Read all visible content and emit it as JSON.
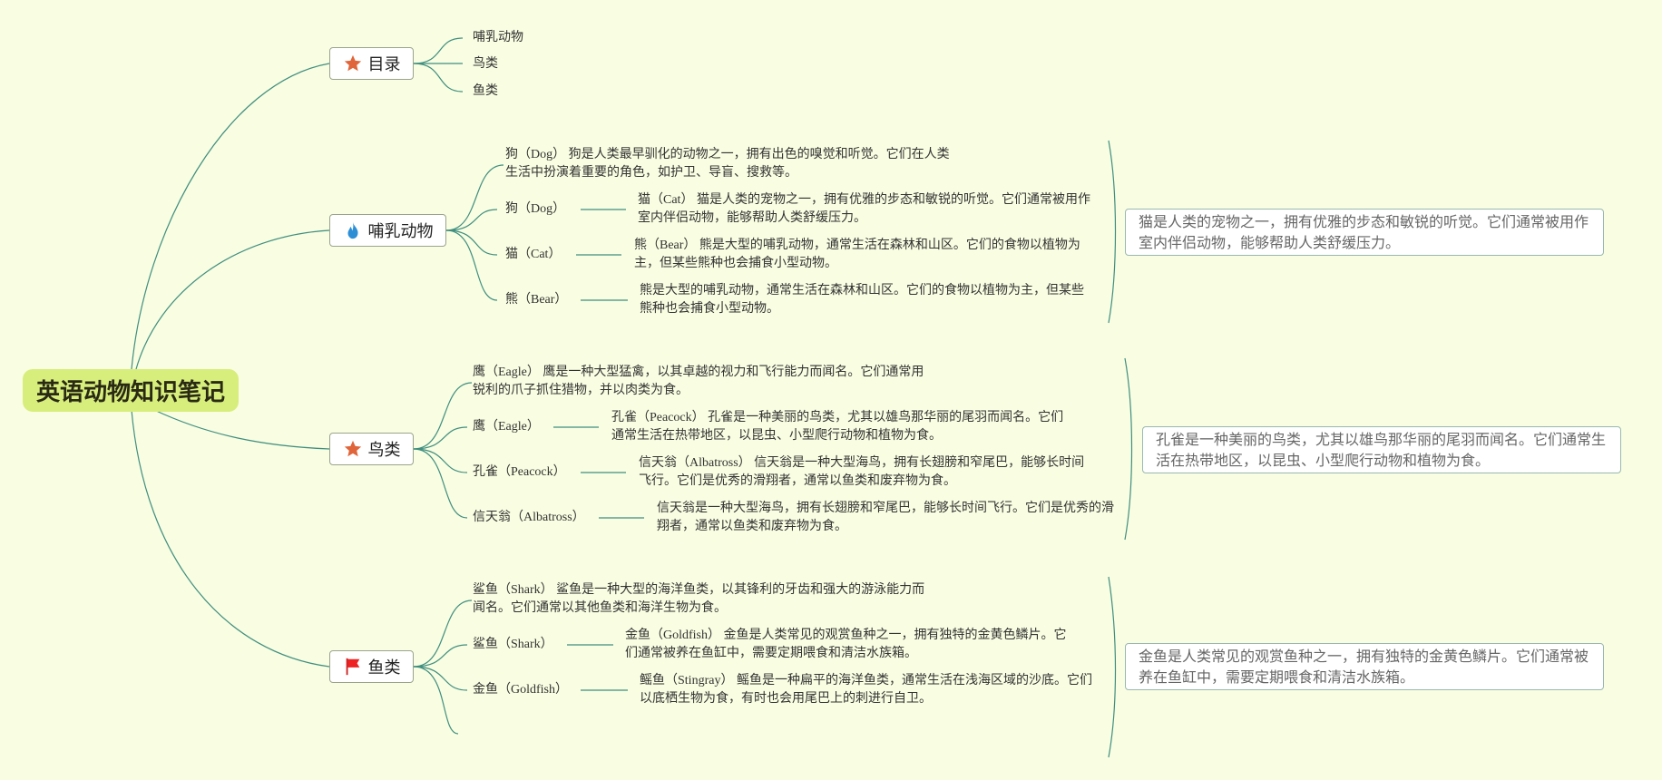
{
  "root": {
    "title": "英语动物知识笔记"
  },
  "colors": {
    "line": "#3f8f80",
    "root_bg": "#d7ee7c",
    "background": "#f9fde1"
  },
  "branches": [
    {
      "label": "目录",
      "icon": "star-icon",
      "items": [
        {
          "label": "哺乳动物"
        },
        {
          "label": "鸟类"
        },
        {
          "label": "鱼类"
        }
      ]
    },
    {
      "label": "哺乳动物",
      "icon": "flame-icon",
      "items": [
        {
          "label": "狗（Dog） 狗是人类最早驯化的动物之一，拥有出色的嗅觉和听觉。它们在人类生活中扮演着重要的角色，如护卫、导盲、搜救等。"
        },
        {
          "label": "狗（Dog）",
          "detail": "猫（Cat） 猫是人类的宠物之一，拥有优雅的步态和敏锐的听觉。它们通常被用作室内伴侣动物，能够帮助人类舒缓压力。"
        },
        {
          "label": "猫（Cat）",
          "detail": "熊（Bear） 熊是大型的哺乳动物，通常生活在森林和山区。它们的食物以植物为主，但某些熊种也会捕食小型动物。"
        },
        {
          "label": "熊（Bear）",
          "detail": "熊是大型的哺乳动物，通常生活在森林和山区。它们的食物以植物为主，但某些熊种也会捕食小型动物。"
        }
      ],
      "summary": "猫是人类的宠物之一，拥有优雅的步态和敏锐的听觉。它们通常被用作室内伴侣动物，能够帮助人类舒缓压力。"
    },
    {
      "label": "鸟类",
      "icon": "star-icon",
      "items": [
        {
          "label": "鹰（Eagle） 鹰是一种大型猛禽，以其卓越的视力和飞行能力而闻名。它们通常用锐利的爪子抓住猎物，并以肉类为食。"
        },
        {
          "label": "鹰（Eagle）",
          "detail": "孔雀（Peacock） 孔雀是一种美丽的鸟类，尤其以雄鸟那华丽的尾羽而闻名。它们通常生活在热带地区，以昆虫、小型爬行动物和植物为食。"
        },
        {
          "label": "孔雀（Peacock）",
          "detail": "信天翁（Albatross） 信天翁是一种大型海鸟，拥有长翅膀和窄尾巴，能够长时间飞行。它们是优秀的滑翔者，通常以鱼类和废弃物为食。"
        },
        {
          "label": "信天翁（Albatross）",
          "detail": "信天翁是一种大型海鸟，拥有长翅膀和窄尾巴，能够长时间飞行。它们是优秀的滑翔者，通常以鱼类和废弃物为食。"
        }
      ],
      "summary": "孔雀是一种美丽的鸟类，尤其以雄鸟那华丽的尾羽而闻名。它们通常生活在热带地区，以昆虫、小型爬行动物和植物为食。"
    },
    {
      "label": "鱼类",
      "icon": "flag-icon",
      "items": [
        {
          "label": "鲨鱼（Shark） 鲨鱼是一种大型的海洋鱼类，以其锋利的牙齿和强大的游泳能力而闻名。它们通常以其他鱼类和海洋生物为食。"
        },
        {
          "label": "鲨鱼（Shark）",
          "detail": "金鱼（Goldfish） 金鱼是人类常见的观赏鱼种之一，拥有独特的金黄色鳞片。它们通常被养在鱼缸中，需要定期喂食和清洁水族箱。"
        },
        {
          "label": "金鱼（Goldfish）",
          "detail": "鳐鱼（Stingray） 鳐鱼是一种扁平的海洋鱼类，通常生活在浅海区域的沙底。它们以底栖生物为食，有时也会用尾巴上的刺进行自卫。"
        },
        {
          "label": ""
        }
      ],
      "summary": "金鱼是人类常见的观赏鱼种之一，拥有独特的金黄色鳞片。它们通常被养在鱼缸中，需要定期喂食和清洁水族箱。"
    }
  ]
}
